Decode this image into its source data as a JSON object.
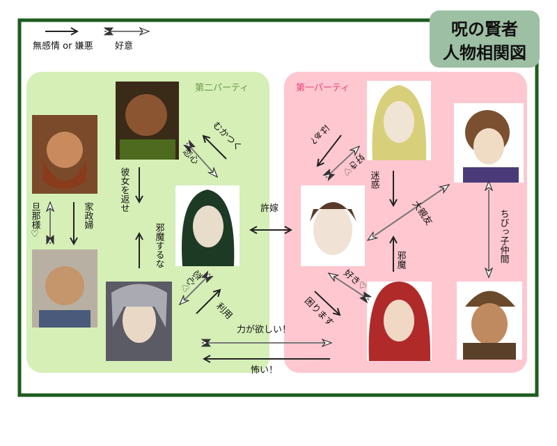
{
  "title": {
    "line1": "呪の賢者",
    "line2": "人物相関図"
  },
  "legend": {
    "plain_label": "無感情 or 嫌悪",
    "fancy_label": "好意"
  },
  "parties": {
    "second": {
      "label": "第二パーティ",
      "color": "#d5efb7"
    },
    "first": {
      "label": "第一パーティ",
      "color": "#ffc7d0"
    }
  },
  "relations": {
    "dwarf_to_maid": "旦那様♡",
    "maid_to_dwarf": "家政婦",
    "give_her_back": "彼女を返せ",
    "dont_interfere": "邪魔するな",
    "annoying": "むかつく",
    "crush_top": "恋心",
    "crush_bottom": "恋心♡",
    "use": "利用",
    "fiance": "許嫁",
    "huh": "はぁ?",
    "like_top": "好き♡",
    "nuisance": "迷惑",
    "in_the_way": "邪魔",
    "best_friend": "大親友",
    "little_pals": "ちびっ子仲間",
    "like_bottom": "好き♡",
    "troubled": "困ります",
    "want_power": "力が欲しい！",
    "scary": "怖い！"
  },
  "colors": {
    "border": "#1e5c1e",
    "title_bg": "#9dbfa3",
    "first_label": "#e8437a",
    "second_label": "#6e9a4c"
  }
}
